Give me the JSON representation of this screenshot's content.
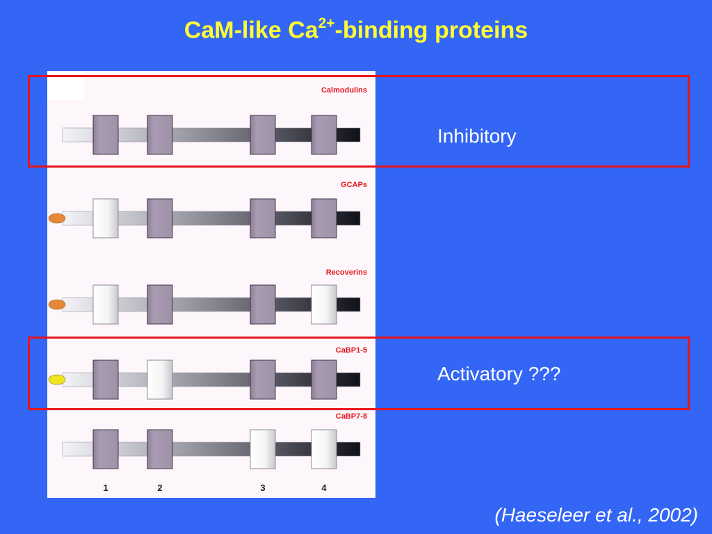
{
  "title": {
    "main": "CaM-like Ca",
    "superscript": "2+",
    "suffix": "-binding proteins"
  },
  "figure": {
    "proteins": [
      {
        "label": "Calmodulins",
        "lipid": null,
        "domains": [
          "filled",
          "filled",
          "filled",
          "filled"
        ]
      },
      {
        "label": "GCAPs",
        "lipid": "orange",
        "domains": [
          "open",
          "filled",
          "filled",
          "filled"
        ]
      },
      {
        "label": "Recoverins",
        "lipid": "orange",
        "domains": [
          "open",
          "filled",
          "filled",
          "open"
        ]
      },
      {
        "label": "CaBP1-5",
        "lipid": "yellow",
        "domains": [
          "filled",
          "open",
          "filled",
          "filled"
        ]
      },
      {
        "label": "CaBP7-8",
        "lipid": null,
        "domains": [
          "filled",
          "filled",
          "open",
          "open"
        ]
      }
    ],
    "domain_numbers": [
      "1",
      "2",
      "3",
      "4"
    ],
    "colors": {
      "filled_domain": "#a493ac",
      "open_domain": "#ffffff",
      "label_red": "#e8141c",
      "lipid_orange": "#e8873a",
      "lipid_yellow": "#f0e41e"
    }
  },
  "annotations": {
    "inhibitory": "Inhibitory",
    "activatory": "Activatory ???"
  },
  "citation": "(Haeseleer et al., 2002)"
}
